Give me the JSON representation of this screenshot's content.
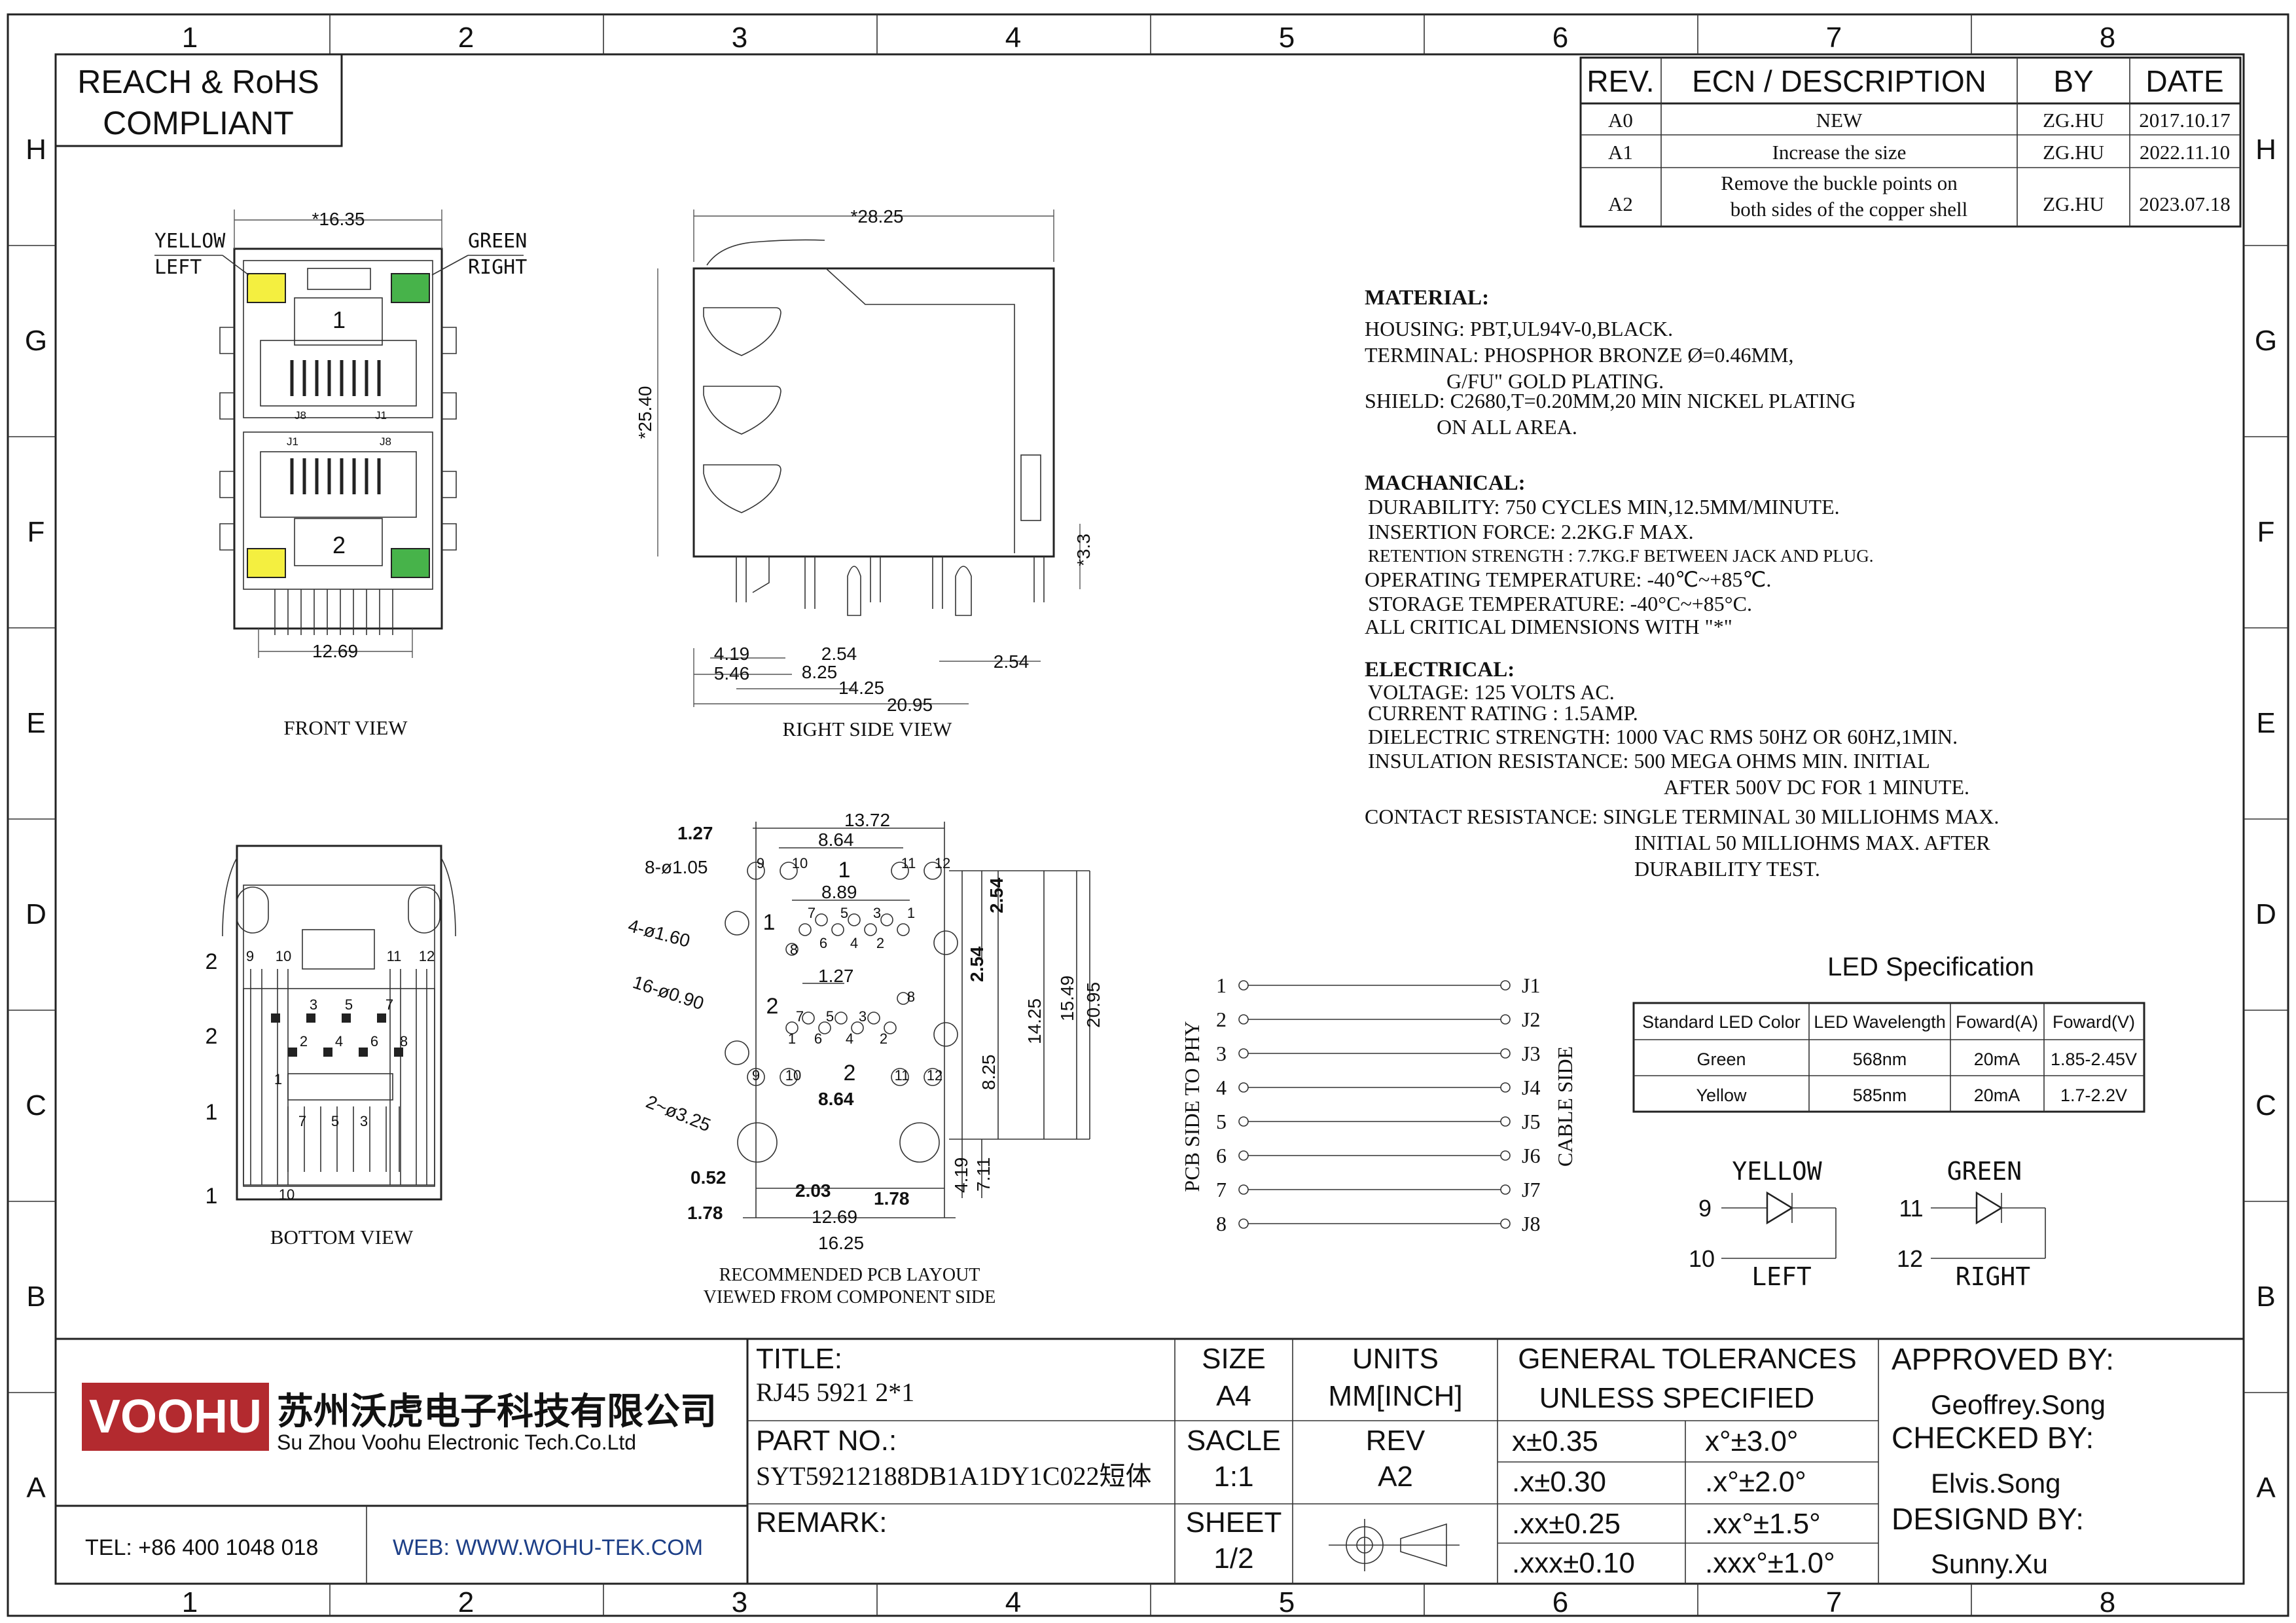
{
  "zone_columns": [
    "1",
    "2",
    "3",
    "4",
    "5",
    "6",
    "7",
    "8"
  ],
  "zone_rows": [
    "H",
    "G",
    "F",
    "E",
    "D",
    "C",
    "B",
    "A"
  ],
  "compliance": [
    "REACH & RoHS",
    "COMPLIANT"
  ],
  "revision_table": {
    "headers": [
      "REV.",
      "ECN / DESCRIPTION",
      "BY",
      "DATE"
    ],
    "rows": [
      {
        "rev": "A0",
        "desc": [
          "NEW"
        ],
        "by": "ZG.HU",
        "date": "2017.10.17"
      },
      {
        "rev": "A1",
        "desc": [
          "Increase the size"
        ],
        "by": "ZG.HU",
        "date": "2022.11.10"
      },
      {
        "rev": "A2",
        "desc": [
          "Remove the buckle points on",
          "both sides of the copper shell"
        ],
        "by": "ZG.HU",
        "date": "2023.07.18"
      }
    ]
  },
  "views": {
    "front": "FRONT VIEW",
    "right_side": "RIGHT SIDE VIEW",
    "bottom": "BOTTOM VIEW",
    "pcb": [
      "RECOMMENDED PCB LAYOUT",
      "VIEWED FROM COMPONENT SIDE"
    ]
  },
  "front_view": {
    "yellow": [
      "YELLOW",
      "LEFT"
    ],
    "green": [
      "GREEN",
      "RIGHT"
    ],
    "width_dim": "*16.35",
    "pin_dim": "12.69",
    "port_top": "1",
    "port_bottom": "2",
    "pin_labels": [
      "J8",
      "J1",
      "J1",
      "J8"
    ],
    "led_colors": {
      "yellow": "#f4ef40",
      "green": "#47b34a"
    }
  },
  "side_view": {
    "length": "*28.25",
    "height": "*25.40",
    "tail": "*3.3",
    "dims": [
      "4.19",
      "5.46",
      "2.54",
      "8.25",
      "14.25",
      "20.95",
      "2.54"
    ]
  },
  "bottom_view": {
    "side_labels": [
      "2",
      "2",
      "1",
      "1"
    ],
    "pin_labels": [
      "9",
      "10",
      "11",
      "12",
      "3",
      "5",
      "7",
      "2",
      "4",
      "6",
      "8",
      "1",
      "7",
      "5",
      "3",
      "10"
    ]
  },
  "pcb_layout": {
    "dims": [
      "1.27",
      "13.72",
      "8.64",
      "8-ø1.05",
      "8.89",
      "4-ø1.60",
      "2.54",
      "16-ø0.90",
      "1.27",
      "2.54",
      "15.49",
      "20.95",
      "14.25",
      "8.25",
      "8.64",
      "2~ø3.25",
      "0.52",
      "2.03",
      "1.78",
      "1.78",
      "12.69",
      "16.25",
      "4.19",
      "7.11"
    ],
    "labels": [
      "9",
      "10",
      "1",
      "11",
      "12",
      "1",
      "8",
      "6",
      "4",
      "2",
      "7",
      "5",
      "3",
      "1",
      "2",
      "7",
      "5",
      "3",
      "1",
      "8",
      "6",
      "4",
      "2",
      "9",
      "10",
      "2",
      "11",
      "12"
    ]
  },
  "pin_map": {
    "left_label": "PCB SIDE TO PHY",
    "right_label": "CABLE SIDE",
    "pins": [
      "1",
      "2",
      "3",
      "4",
      "5",
      "6",
      "7",
      "8"
    ],
    "jacks": [
      "J1",
      "J2",
      "J3",
      "J4",
      "J5",
      "J6",
      "J7",
      "J8"
    ]
  },
  "material": {
    "heading": "MATERIAL:",
    "lines": [
      "HOUSING: PBT,UL94V-0,BLACK.",
      "TERMINAL: PHOSPHOR BRONZE Ø=0.46MM,",
      "G/FU\" GOLD PLATING.",
      "SHIELD: C2680,T=0.20MM,20 MIN NICKEL PLATING",
      "ON ALL AREA."
    ]
  },
  "mechanical": {
    "heading": "MACHANICAL:",
    "lines": [
      "DURABILITY: 750 CYCLES MIN,12.5MM/MINUTE.",
      "INSERTION FORCE: 2.2KG.F MAX.",
      "RETENTION STRENGTH : 7.7KG.F BETWEEN JACK AND PLUG.",
      "OPERATING TEMPERATURE: -40℃~+85℃.",
      "STORAGE TEMPERATURE: -40°C~+85°C.",
      "ALL CRITICAL DIMENSIONS WITH \"*\""
    ]
  },
  "electrical": {
    "heading": "ELECTRICAL:",
    "lines": [
      "VOLTAGE: 125 VOLTS AC.",
      "CURRENT RATING : 1.5AMP.",
      "DIELECTRIC STRENGTH: 1000 VAC RMS 50HZ OR 60HZ,1MIN.",
      "INSULATION RESISTANCE: 500 MEGA OHMS MIN. INITIAL",
      "AFTER 500V DC FOR 1 MINUTE.",
      "CONTACT RESISTANCE: SINGLE TERMINAL 30 MILLIOHMS MAX.",
      "INITIAL 50 MILLIOHMS MAX. AFTER",
      "DURABILITY TEST."
    ]
  },
  "led_spec": {
    "title": "LED Specification",
    "headers": [
      "Standard LED Color",
      "LED Wavelength",
      "Foward(A)",
      "Foward(V)"
    ],
    "rows": [
      [
        "Green",
        "568nm",
        "20mA",
        "1.85-2.45V"
      ],
      [
        "Yellow",
        "585nm",
        "20mA",
        "1.7-2.2V"
      ]
    ]
  },
  "led_diagram": {
    "yellow": {
      "name": "YELLOW",
      "pin_a": "9",
      "pin_b": "10",
      "side": "LEFT"
    },
    "green": {
      "name": "GREEN",
      "pin_a": "11",
      "pin_b": "12",
      "side": "RIGHT"
    }
  },
  "title_block": {
    "logo": "VOOHU",
    "company_cn": "苏州沃虎电子科技有限公司",
    "company_en": "Su Zhou Voohu Electronic Tech.Co.Ltd",
    "tel": "TEL: +86 400 1048 018",
    "web": "WEB: WWW.WOHU-TEK.COM",
    "title_label": "TITLE:",
    "title_value": "RJ45 5921 2*1",
    "part_label": "PART NO.:",
    "part_value": "SYT59212188DB1A1DY1C022短体",
    "remark_label": "REMARK:",
    "size_label": "SIZE",
    "size_value": "A4",
    "units_label": "UNITS",
    "units_value": "MM[INCH]",
    "scale_label": "SACLE",
    "scale_value": "1:1",
    "rev_label": "REV",
    "rev_value": "A2",
    "sheet_label": "SHEET",
    "sheet_value": "1/2",
    "tolerance_title": [
      "GENERAL TOLERANCES",
      "UNLESS SPECIFIED"
    ],
    "tolerances": [
      [
        "x±0.35",
        "x°±3.0°"
      ],
      [
        ".x±0.30",
        ".x°±2.0°"
      ],
      [
        ".xx±0.25",
        ".xx°±1.5°"
      ],
      [
        ".xxx±0.10",
        ".xxx°±1.0°"
      ]
    ],
    "approved_label": "APPROVED BY:",
    "approved_value": "Geoffrey.Song",
    "checked_label": "CHECKED BY:",
    "checked_value": "Elvis.Song",
    "design_label": "DESIGND BY:",
    "design_value": "Sunny.Xu",
    "logo_color": "#b32a2f"
  }
}
